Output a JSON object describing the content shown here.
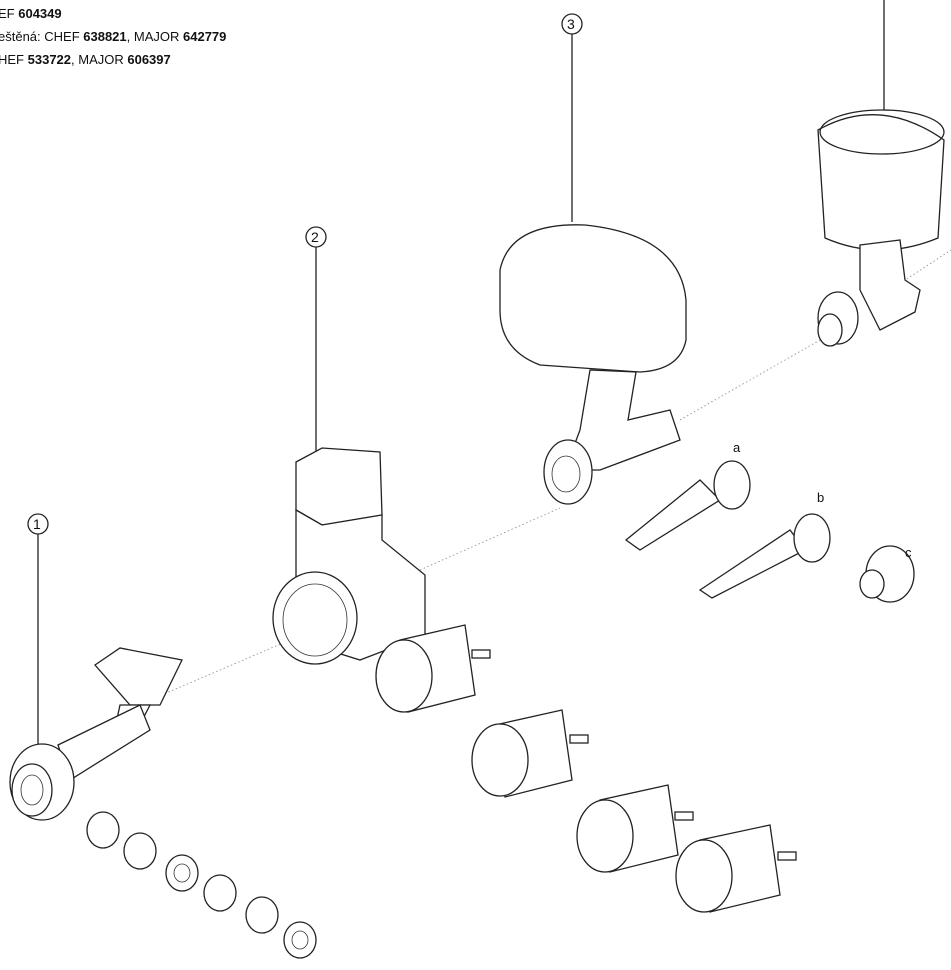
{
  "header": {
    "line1": {
      "prefix": "EF ",
      "code": "604349"
    },
    "line2": {
      "prefix": "eštěná: CHEF ",
      "code1": "638821",
      "sep": ", MAJOR ",
      "code2": "642779"
    },
    "line3": {
      "prefix": "HEF ",
      "code1": "533722",
      "sep": ", MAJOR ",
      "code2": "606397"
    }
  },
  "callouts": {
    "one": "1",
    "two": "2",
    "three": "3"
  },
  "letters": {
    "a": "a",
    "b": "b",
    "c": "c"
  }
}
